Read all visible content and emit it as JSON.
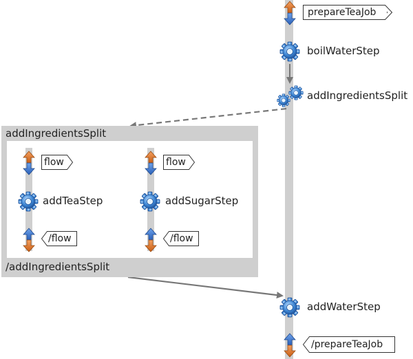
{
  "job": {
    "start_tag": "prepareTeaJob",
    "end_tag": "/prepareTeaJob",
    "steps": {
      "boil": "boilWaterStep",
      "split": "addIngredientsSplit",
      "water": "addWaterStep"
    }
  },
  "split": {
    "title": "addIngredientsSplit",
    "end_label": "/addIngredientsSplit",
    "flows": [
      {
        "start_tag": "flow",
        "step": "addTeaStep",
        "end_tag": "/flow"
      },
      {
        "start_tag": "flow",
        "step": "addSugarStep",
        "end_tag": "/flow"
      }
    ]
  },
  "icons": {
    "start": "double-arrow-up-icon",
    "end": "double-arrow-down-icon",
    "step": "gear-icon",
    "split": "double-gear-icon"
  },
  "colors": {
    "track": "#cfcfcf",
    "arrow_orange": "#e07a2e",
    "arrow_blue": "#3a6fc4",
    "gear_blue": "#3d86d4",
    "connector": "#777777"
  }
}
